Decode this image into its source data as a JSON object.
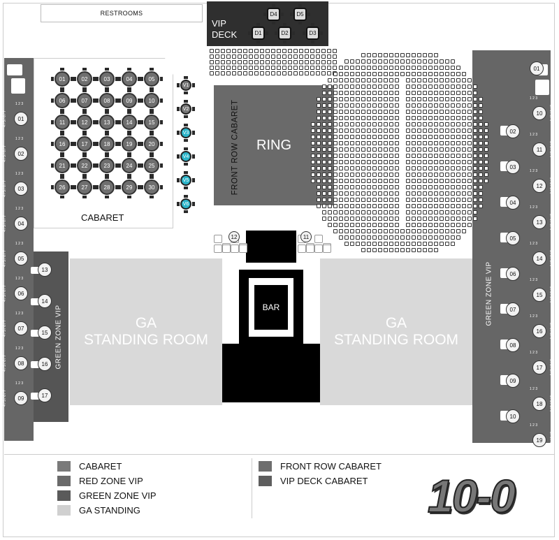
{
  "labels": {
    "restrooms": "RESTROOMS",
    "vip_deck": [
      "VIP",
      "DECK"
    ],
    "ring": "RING",
    "cabaret": "CABARET",
    "front_row_cabaret": "FRONT ROW CABARET",
    "ga_left": [
      "GA",
      "STANDING ROOM"
    ],
    "ga_right": [
      "GA",
      "STANDING ROOM"
    ],
    "bar": "BAR",
    "green_zone_left": "GREEN ZONE VIP",
    "green_zone_right": "GREEN ZONE VIP",
    "logo": "10-0"
  },
  "vip_deck_tables": [
    "D4",
    "D5",
    "D1",
    "D2",
    "D3"
  ],
  "cabaret_tables": [
    "01",
    "02",
    "03",
    "04",
    "05",
    "06",
    "07",
    "08",
    "09",
    "10",
    "11",
    "12",
    "13",
    "14",
    "15",
    "16",
    "17",
    "18",
    "19",
    "20",
    "21",
    "22",
    "23",
    "24",
    "25",
    "26",
    "27",
    "28",
    "29",
    "30"
  ],
  "front_row_tables": [
    "V1",
    "V2",
    "V3",
    "V4",
    "V5",
    "V6"
  ],
  "bar_side_tables": [
    "12",
    "11"
  ],
  "left_zone_tables": [
    "01",
    "02",
    "03",
    "04",
    "05",
    "06",
    "07",
    "08",
    "09"
  ],
  "left_inner_tables": [
    "13",
    "14",
    "15",
    "16",
    "17"
  ],
  "right_zone_tables": [
    "01",
    "02",
    "03",
    "04",
    "05",
    "06",
    "07",
    "08",
    "09",
    "10"
  ],
  "right_inner_tables": [
    "10",
    "11",
    "12",
    "13",
    "14",
    "15",
    "16",
    "17",
    "18",
    "19"
  ],
  "seat_numbers": {
    "top": "1 2 3",
    "side": "4 / 5 / 6 / 7"
  },
  "legend_left": [
    {
      "label": "CABARET",
      "color": "#7a7a7a"
    },
    {
      "label": "RED ZONE VIP",
      "color": "#6a6a6a"
    },
    {
      "label": "GREEN ZONE VIP",
      "color": "#5a5a5a"
    },
    {
      "label": "GA STANDING",
      "color": "#d0d0d0"
    }
  ],
  "legend_right": [
    {
      "label": "FRONT ROW CABARET",
      "color": "#6e6e6e"
    },
    {
      "label": "VIP DECK CABARET",
      "color": "#5e5e5e"
    }
  ],
  "colors": {
    "front_row_accent": "#2ab4c9",
    "zone": "#666666",
    "ga": "#d9d9d9"
  }
}
